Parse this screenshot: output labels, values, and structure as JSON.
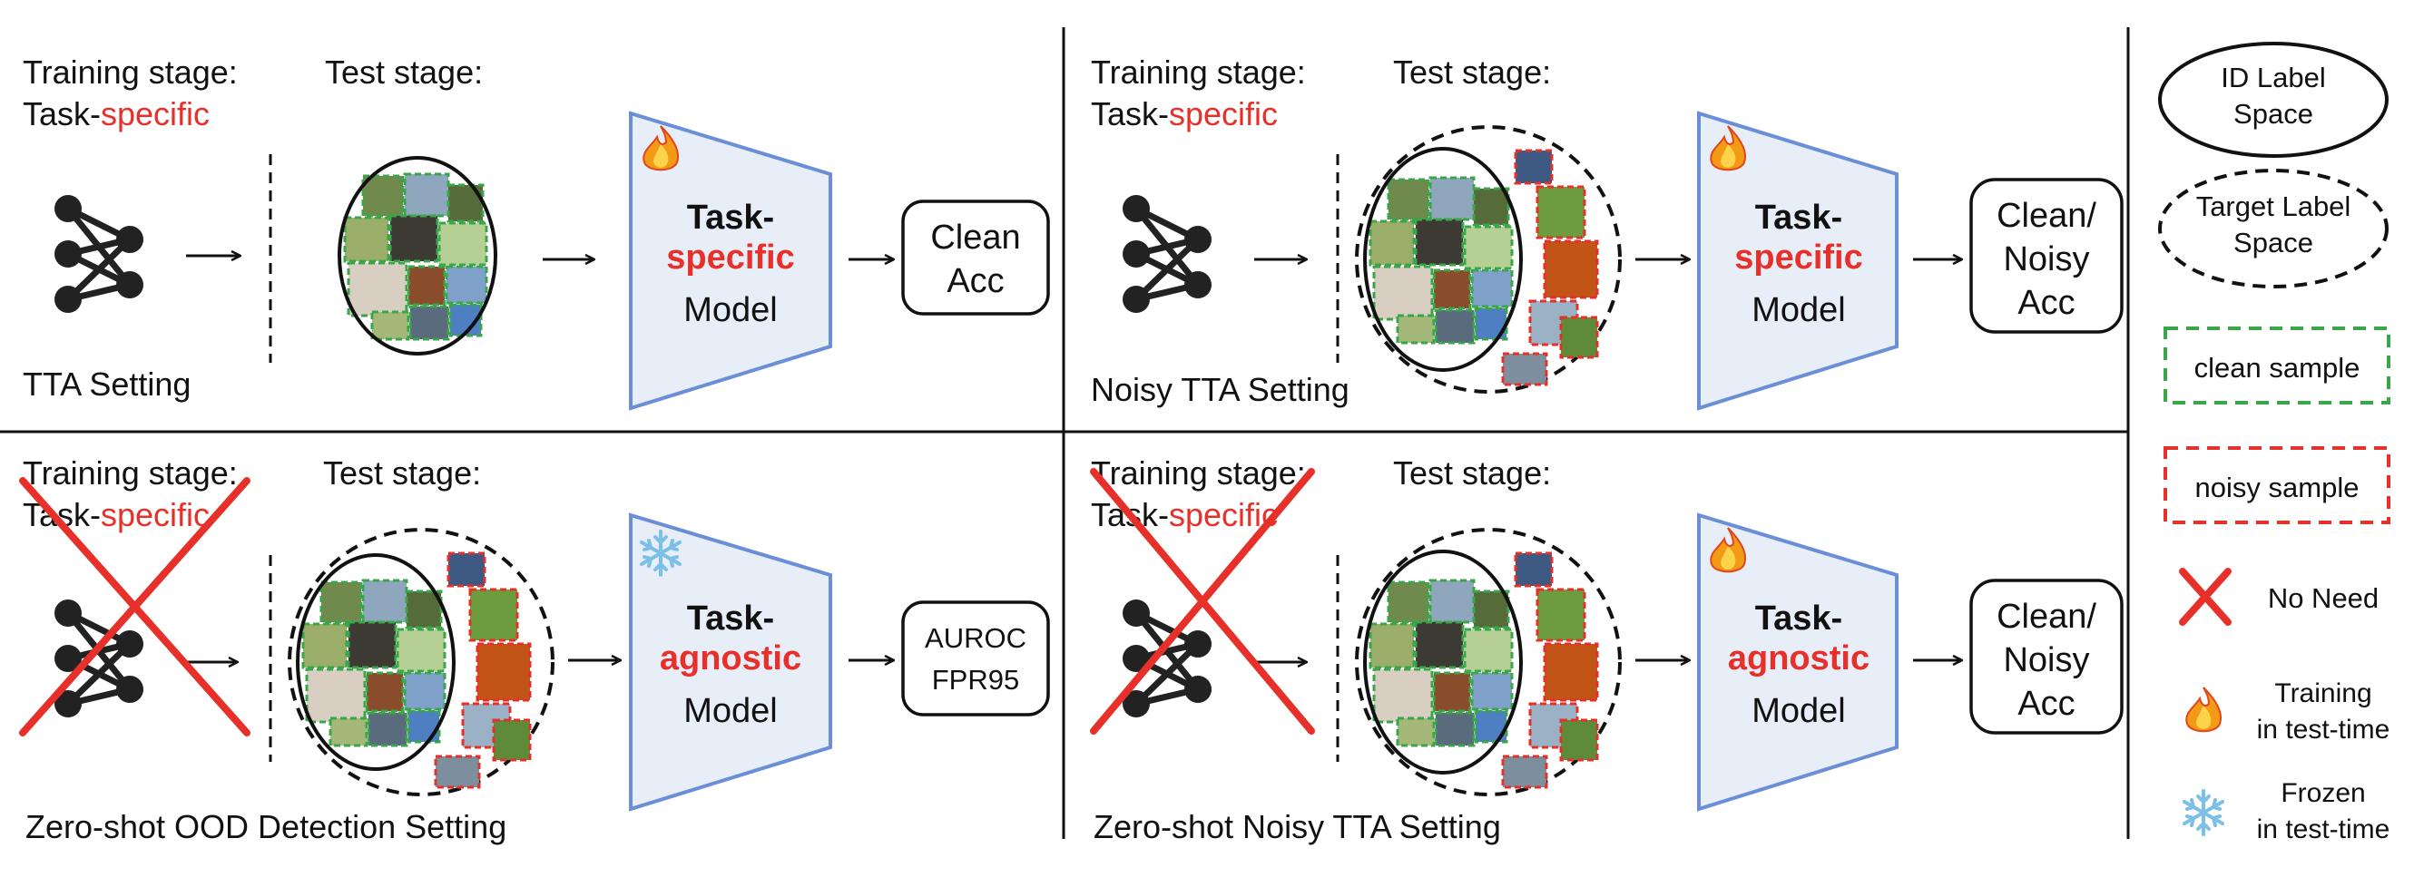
{
  "panels": [
    {
      "training_stage": "Training stage:",
      "task_prefix": "Task-",
      "task_suffix": "specific",
      "test_stage": "Test stage:",
      "setting": "TTA Setting",
      "model_line1": "Task-",
      "model_line2": "specific",
      "model_line3": "Model",
      "result": [
        "Clean",
        "Acc"
      ],
      "state_icon": "flame-icon",
      "training_not_needed": false
    },
    {
      "training_stage": "Training stage:",
      "task_prefix": "Task-",
      "task_suffix": "specific",
      "test_stage": "Test stage:",
      "setting": "Noisy TTA Setting",
      "model_line1": "Task-",
      "model_line2": "specific",
      "model_line3": "Model",
      "result": [
        "Clean/",
        "Noisy",
        "Acc"
      ],
      "state_icon": "flame-icon",
      "training_not_needed": false
    },
    {
      "training_stage": "Training stage:",
      "task_prefix": "Task-",
      "task_suffix": "specific",
      "test_stage": "Test stage:",
      "setting": "Zero-shot OOD Detection Setting",
      "model_line1": "Task-",
      "model_line2": "agnostic",
      "model_line3": "Model",
      "result": [
        "AUROC",
        "FPR95"
      ],
      "state_icon": "snowflake-icon",
      "training_not_needed": true
    },
    {
      "training_stage": "Training stage:",
      "task_prefix": "Task-",
      "task_suffix": "specific",
      "test_stage": "Test stage:",
      "setting": "Zero-shot Noisy TTA Setting",
      "model_line1": "Task-",
      "model_line2": "agnostic",
      "model_line3": "Model",
      "result": [
        "Clean/",
        "Noisy",
        "Acc"
      ],
      "state_icon": "flame-icon",
      "training_not_needed": true
    }
  ],
  "legend": {
    "id_space": [
      "ID Label",
      "Space"
    ],
    "target_space": [
      "Target Label",
      "Space"
    ],
    "clean_sample": "clean  sample",
    "noisy_sample": "noisy  sample",
    "no_need": "No Need",
    "training": [
      "Training",
      "in test-time"
    ],
    "frozen": [
      "Frozen",
      "in test-time"
    ]
  },
  "colors": {
    "accent_red": "#e8302a",
    "clean_green": "#3aa64a",
    "model_blue": "#6a8fd8",
    "model_fill": "#e8eef8"
  }
}
